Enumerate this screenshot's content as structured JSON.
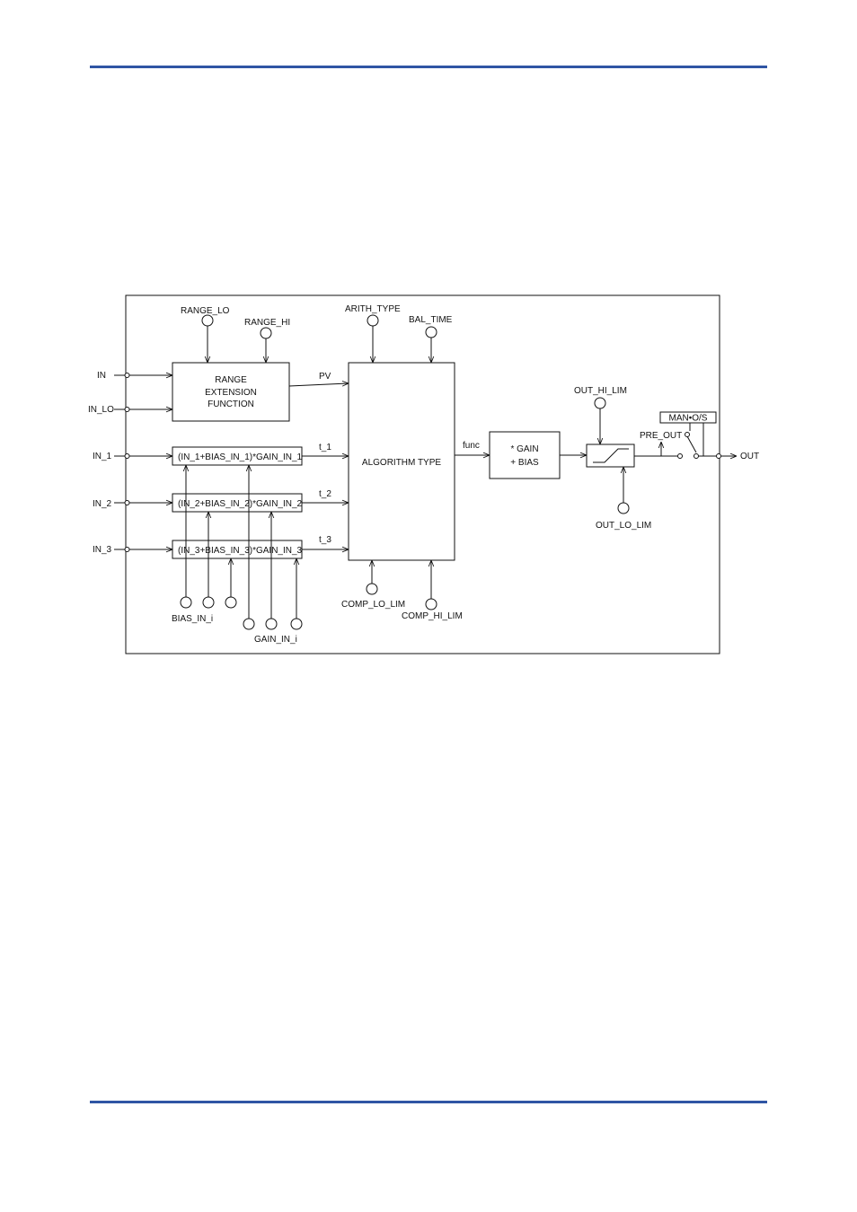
{
  "page": {
    "rule_color": "#2f55a4"
  },
  "diagram": {
    "inputs": {
      "in": "IN",
      "in_lo": "IN_LO",
      "in_1": "IN_1",
      "in_2": "IN_2",
      "in_3": "IN_3"
    },
    "range_block": {
      "title_line1": "RANGE",
      "title_line2": "EXTENSION",
      "title_line3": "FUNCTION",
      "range_lo": "RANGE_LO",
      "range_hi": "RANGE_HI",
      "output": "PV"
    },
    "compensation": {
      "row_1": "(IN_1+BIAS_IN_1)*GAIN_IN_1",
      "row_2": "(IN_2+BIAS_IN_2)*GAIN_IN_2",
      "row_3": "(IN_3+BIAS_IN_3)*GAIN_IN_3",
      "t_1": "t_1",
      "t_2": "t_2",
      "t_3": "t_3",
      "bias_param": "BIAS_IN_i",
      "gain_param": "GAIN_IN_i"
    },
    "algorithm": {
      "label": "ALGORITHM TYPE",
      "arith_type": "ARITH_TYPE",
      "bal_time": "BAL_TIME",
      "comp_lo_lim": "COMP_LO_LIM",
      "comp_hi_lim": "COMP_HI_LIM",
      "output": "func"
    },
    "gain_bias": {
      "line1": "* GAIN",
      "line2": "+ BIAS"
    },
    "limiter": {
      "hi": "OUT_HI_LIM",
      "lo": "OUT_LO_LIM",
      "pre_out": "PRE_OUT"
    },
    "mode_switch": {
      "label": "MAN•O/S"
    },
    "output": {
      "label": "OUT"
    }
  }
}
